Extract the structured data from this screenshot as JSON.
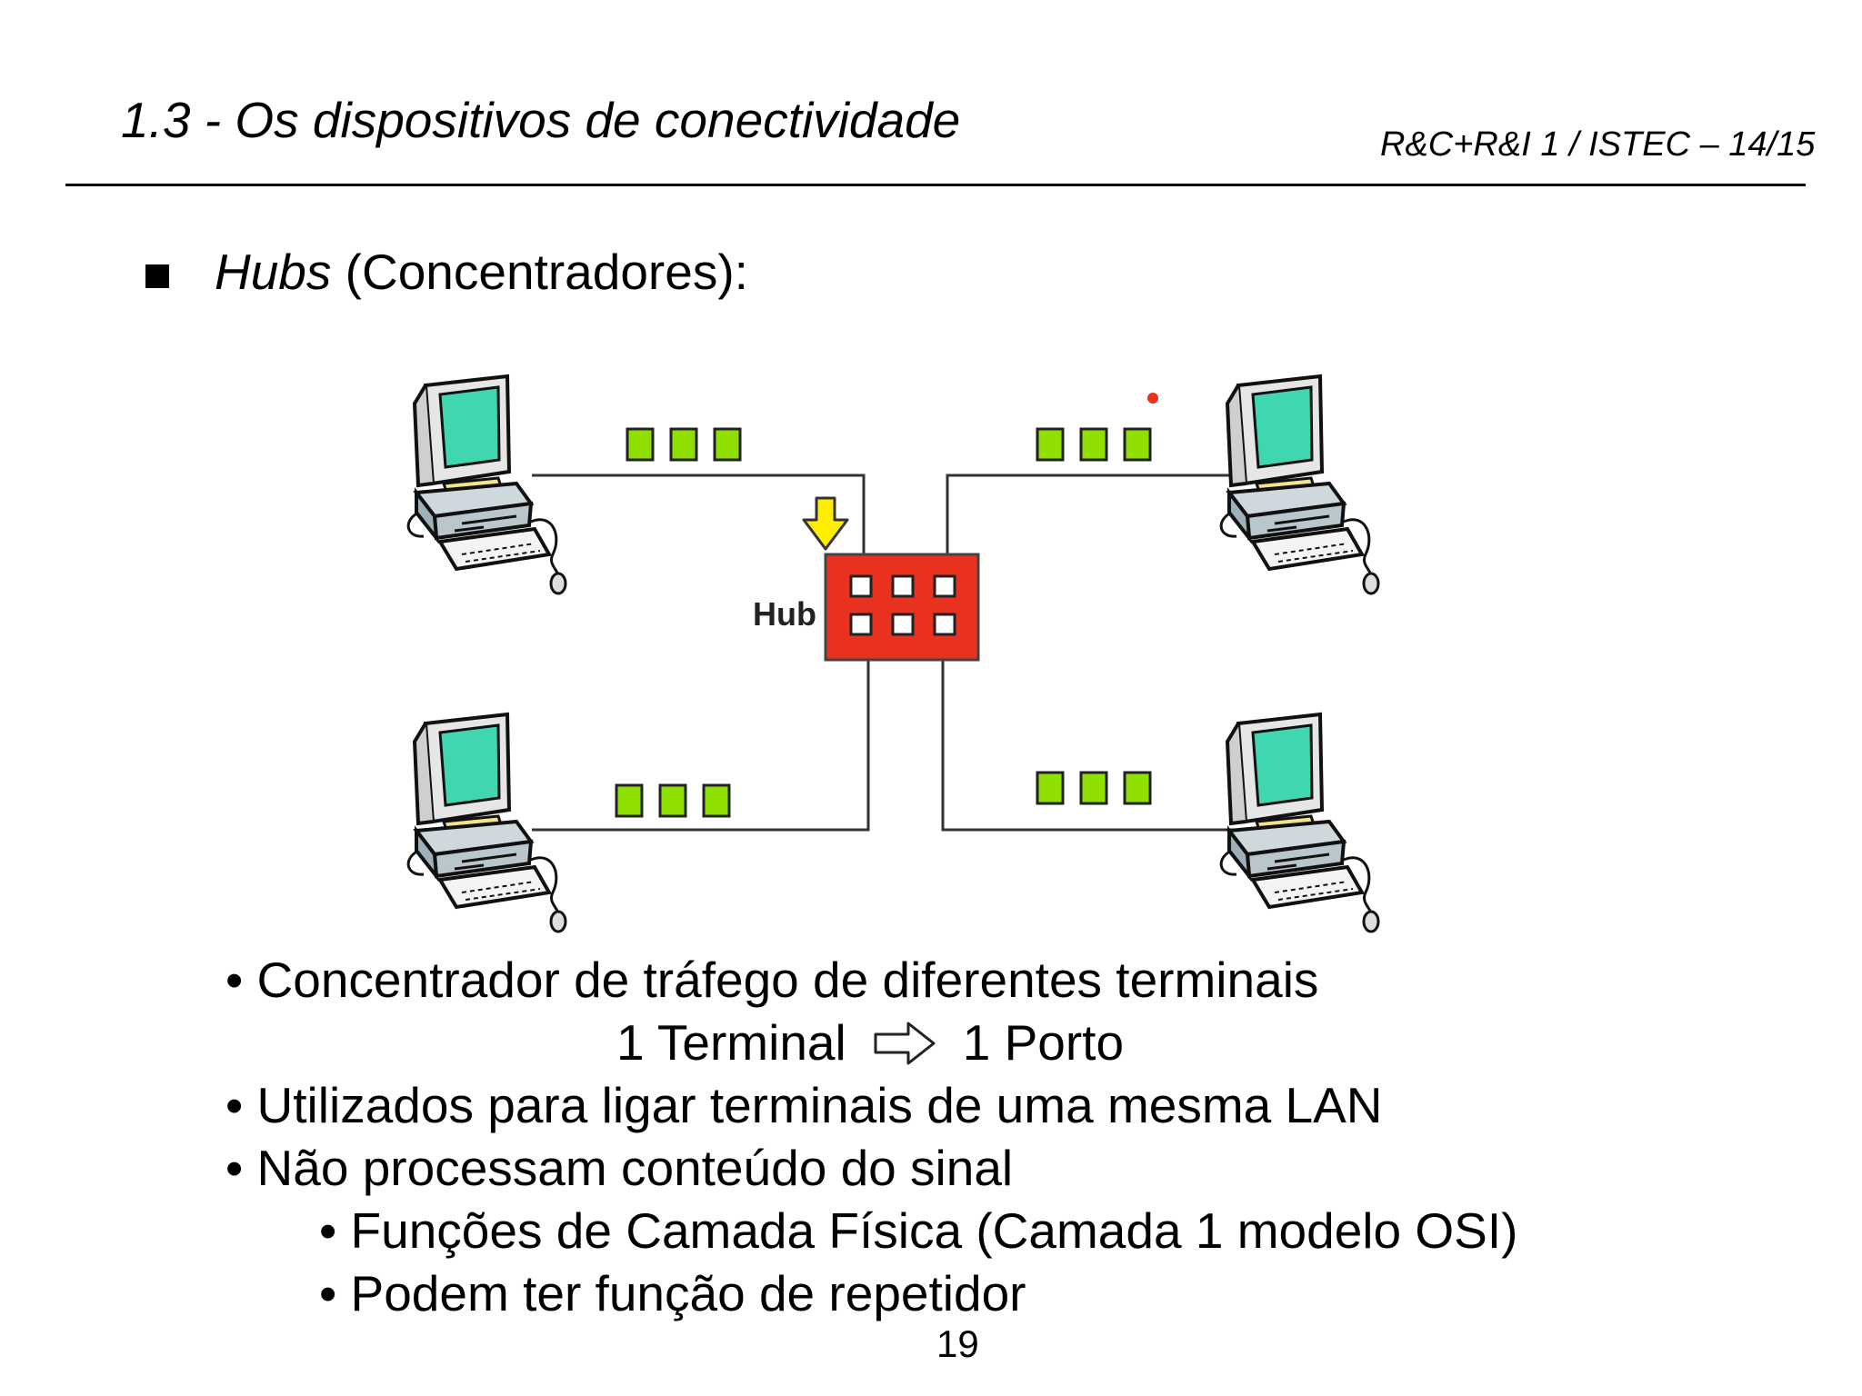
{
  "header": {
    "title": "1.3 - Os dispositivos de conectividade",
    "course": "R&C+R&I 1 / ISTEC – 14/15"
  },
  "section": {
    "term": "Hubs",
    "rest": " (Concentradores):"
  },
  "diagram": {
    "hub_label": "Hub",
    "colors": {
      "hub": "#e8321f",
      "packet": "#8fe000",
      "screen": "#3fd6b0",
      "arrow": "#ffee00"
    }
  },
  "bullets": {
    "b1": "• Concentrador de tráfego de diferentes terminais",
    "term_left": "1 Terminal",
    "term_right": "1 Porto",
    "b2": "• Utilizados para ligar terminais de uma mesma LAN",
    "b3": "• Não processam conteúdo do sinal",
    "s1": "• Funções de Camada Física (Camada 1 modelo OSI)",
    "s2": "• Podem ter função de repetidor"
  },
  "footer": {
    "page": "19"
  }
}
